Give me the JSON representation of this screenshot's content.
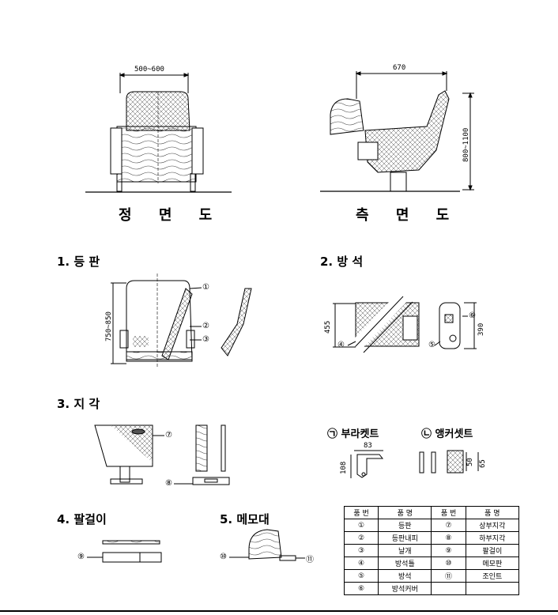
{
  "views": {
    "front": "정 면 도",
    "side": "측 면 도"
  },
  "sections": {
    "s1": "1. 등 판",
    "s2": "2. 방 석",
    "s3": "3. 지 각",
    "s4": "4. 팔걸이",
    "s5": "5. 메모대"
  },
  "subsections": {
    "bracket": "㉠ 부라켓트",
    "anchor": "㉡ 앵커셋트"
  },
  "dimensions": {
    "front_width": "500~600",
    "side_depth": "670",
    "side_height": "800~1100",
    "back_height": "750~850",
    "seat_height": "455",
    "seat_depth": "390",
    "bracket_width": "83",
    "bracket_height": "108",
    "anchor_a": "50",
    "anchor_b": "65"
  },
  "callouts": [
    "①",
    "②",
    "③",
    "④",
    "⑤",
    "⑥",
    "⑦",
    "⑧",
    "⑨",
    "⑩",
    "⑪"
  ],
  "parts_table": {
    "headers": [
      "품 번",
      "품 명",
      "품 번",
      "품 명"
    ],
    "rows": [
      [
        "①",
        "등판",
        "⑦",
        "상부지각"
      ],
      [
        "②",
        "등판내피",
        "⑧",
        "하부지각"
      ],
      [
        "③",
        "날개",
        "⑨",
        "팔걸이"
      ],
      [
        "④",
        "방석틀",
        "⑩",
        "메모판"
      ],
      [
        "⑤",
        "방석",
        "⑪",
        "조인트"
      ],
      [
        "⑥",
        "방석커버",
        "",
        ""
      ]
    ]
  }
}
